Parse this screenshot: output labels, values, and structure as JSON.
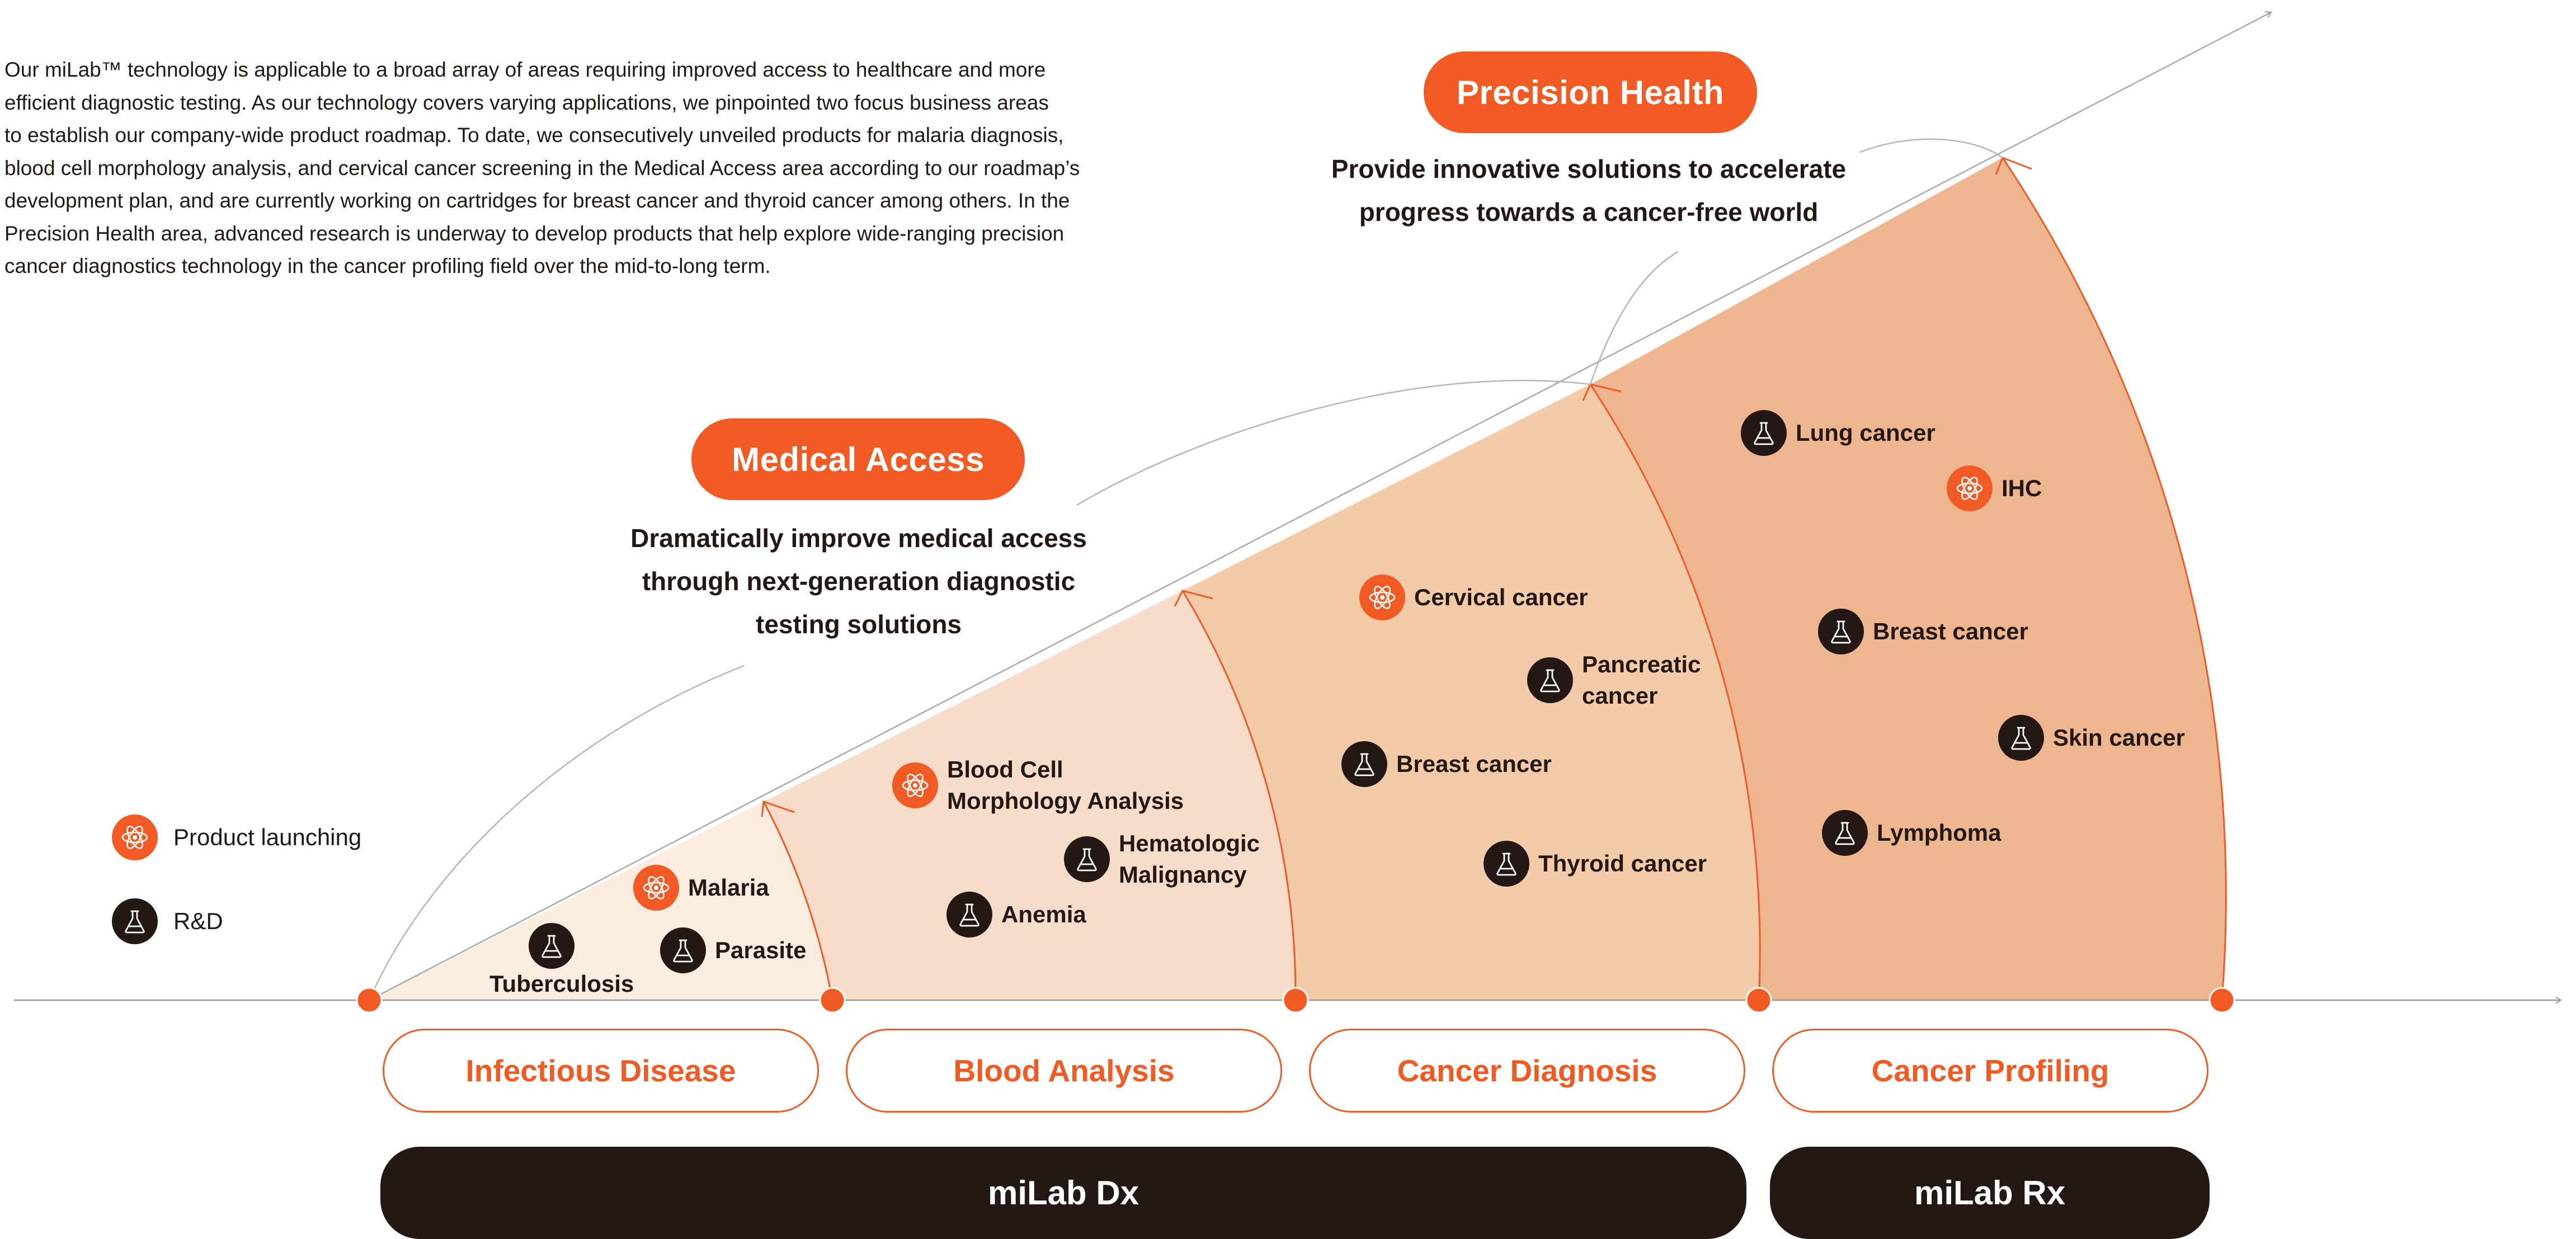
{
  "intro": {
    "lines": [
      "Our miLab™ technology is applicable to a broad array of areas requiring improved access to healthcare and more",
      "efficient diagnostic testing. As our technology covers varying applications, we pinpointed two focus business areas",
      "to establish our company-wide product roadmap. To date, we consecutively unveiled products for malaria diagnosis,",
      "blood cell morphology analysis, and cervical cancer screening in the Medical Access area according to our roadmap’s",
      "development plan, and are currently working on cartridges for breast cancer and thyroid cancer among others. In the",
      "Precision Health area, advanced research is underway to develop products that help explore wide-ranging precision",
      "cancer diagnostics technology in the cancer profiling field over the mid-to-long term."
    ]
  },
  "focus_areas": {
    "medical_access": {
      "title": "Medical Access",
      "description_lines": [
        "Dramatically improve medical access",
        "through next-generation diagnostic",
        "testing solutions"
      ]
    },
    "precision_health": {
      "title": "Precision Health",
      "description_lines": [
        "Provide innovative solutions to accelerate",
        "progress towards a cancer-free world"
      ]
    }
  },
  "legend": {
    "launch": {
      "label": "Product launching",
      "icon": "atom-icon"
    },
    "rnd": {
      "label": "R&D",
      "icon": "flask-icon"
    }
  },
  "items": {
    "malaria": {
      "label": "Malaria",
      "status": "launch"
    },
    "tuberculosis": {
      "label": "Tuberculosis",
      "status": "rnd"
    },
    "parasite": {
      "label": "Parasite",
      "status": "rnd"
    },
    "blood_cell": {
      "lines": [
        "Blood Cell",
        "Morphology Analysis"
      ],
      "status": "launch"
    },
    "hematologic": {
      "lines": [
        "Hematologic",
        "Malignancy"
      ],
      "status": "rnd"
    },
    "anemia": {
      "label": "Anemia",
      "status": "rnd"
    },
    "cervical": {
      "label": "Cervical cancer",
      "status": "launch"
    },
    "pancreatic": {
      "lines": [
        "Pancreatic",
        "cancer"
      ],
      "status": "rnd"
    },
    "breast_dx": {
      "label": "Breast cancer",
      "status": "rnd"
    },
    "thyroid": {
      "label": "Thyroid cancer",
      "status": "rnd"
    },
    "lung": {
      "label": "Lung cancer",
      "status": "rnd"
    },
    "ihc": {
      "label": "IHC",
      "status": "launch"
    },
    "breast_rx": {
      "label": "Breast cancer",
      "status": "rnd"
    },
    "skin": {
      "label": "Skin cancer",
      "status": "rnd"
    },
    "lymphoma": {
      "label": "Lymphoma",
      "status": "rnd"
    }
  },
  "categories": [
    "Infectious Disease",
    "Blood Analysis",
    "Cancer Diagnosis",
    "Cancer Profiling"
  ],
  "platforms": {
    "dx": "miLab Dx",
    "rx": "miLab Rx"
  },
  "colors": {
    "accent": "#f15a22",
    "dark": "#231815",
    "band_1": "#fbece0",
    "band_2": "#f7ddc9",
    "band_3": "#f3cba9",
    "band_4": "#edb68f"
  }
}
